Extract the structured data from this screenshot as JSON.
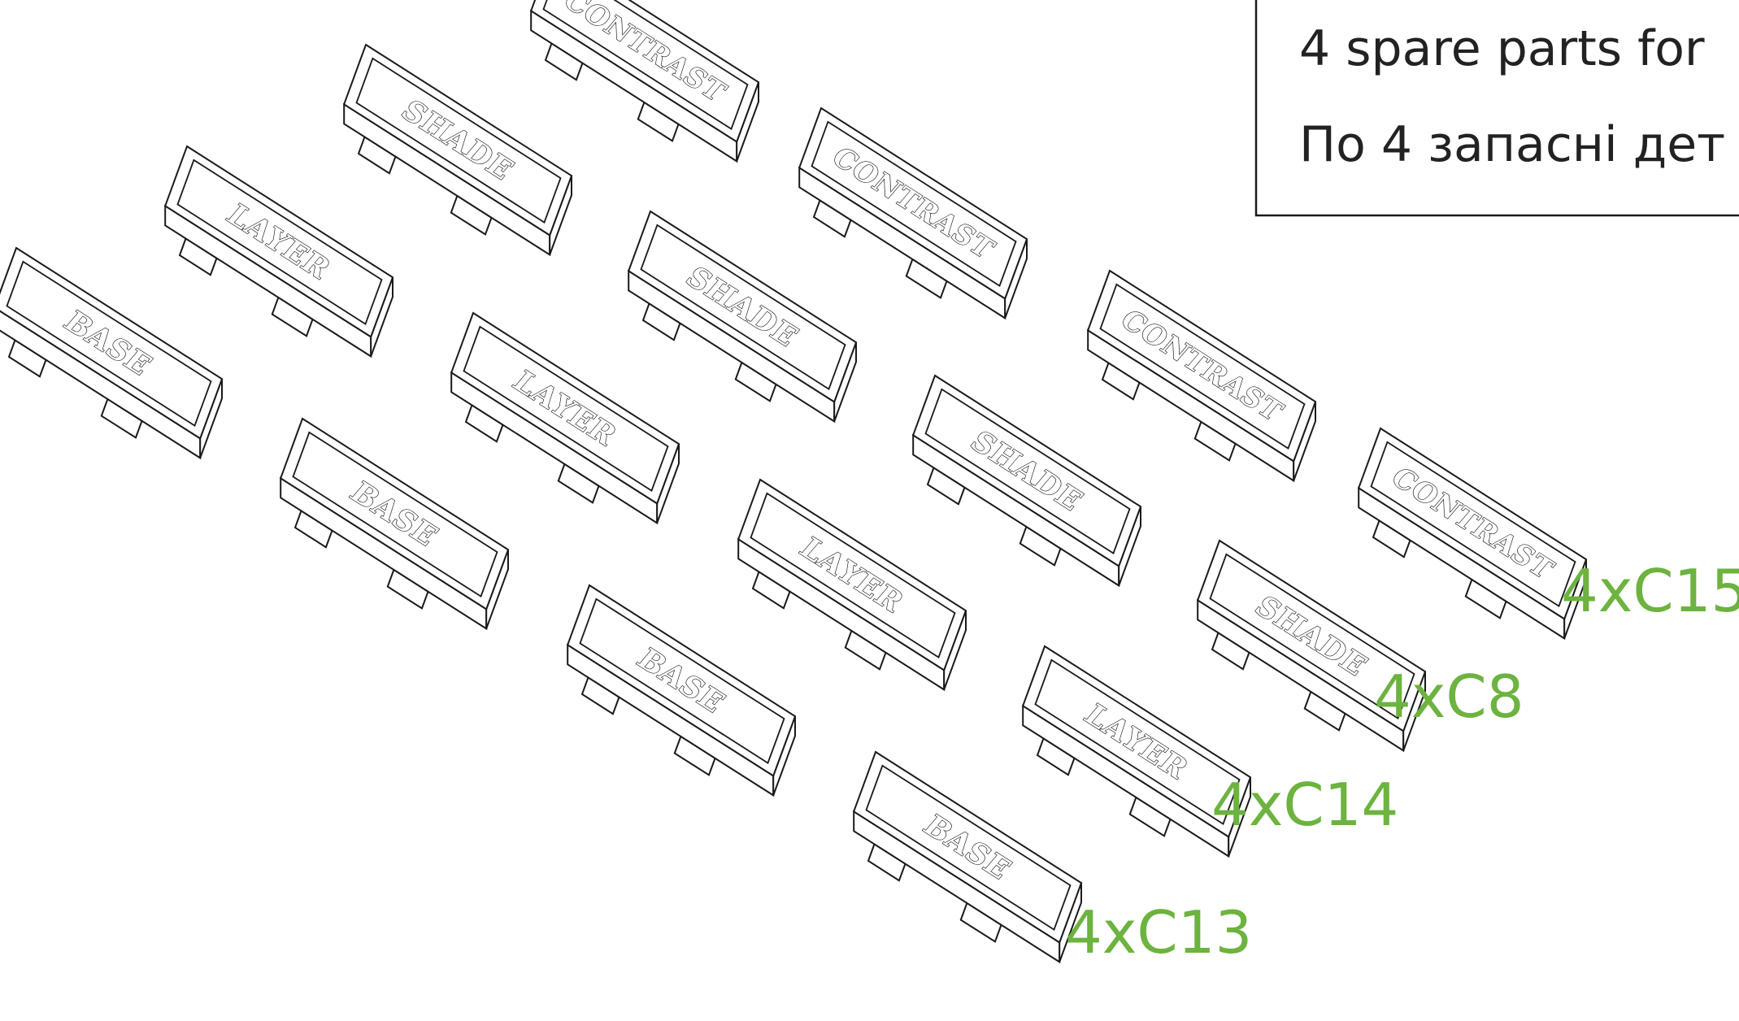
{
  "note": {
    "line1": "4 spare parts for",
    "line2": "По 4 запасні дет"
  },
  "colors": {
    "count": "#6cb33f",
    "stroke": "#1a1a1a",
    "fill": "#ffffff"
  },
  "rows": [
    {
      "count": "4xC13",
      "pieces": [
        "BASE",
        "BASE",
        "BASE",
        "BASE"
      ]
    },
    {
      "count": "4xC14",
      "pieces": [
        "LAYER",
        "LAYER",
        "LAYER",
        "LAYER"
      ]
    },
    {
      "count": "4xC8",
      "pieces": [
        "SHADE",
        "SHADE",
        "SHADE",
        "SHADE"
      ]
    },
    {
      "count": "4xC15",
      "pieces": [
        "CONTRAST",
        "CONTRAST",
        "CONTRAST",
        "CONTRAST"
      ]
    }
  ]
}
